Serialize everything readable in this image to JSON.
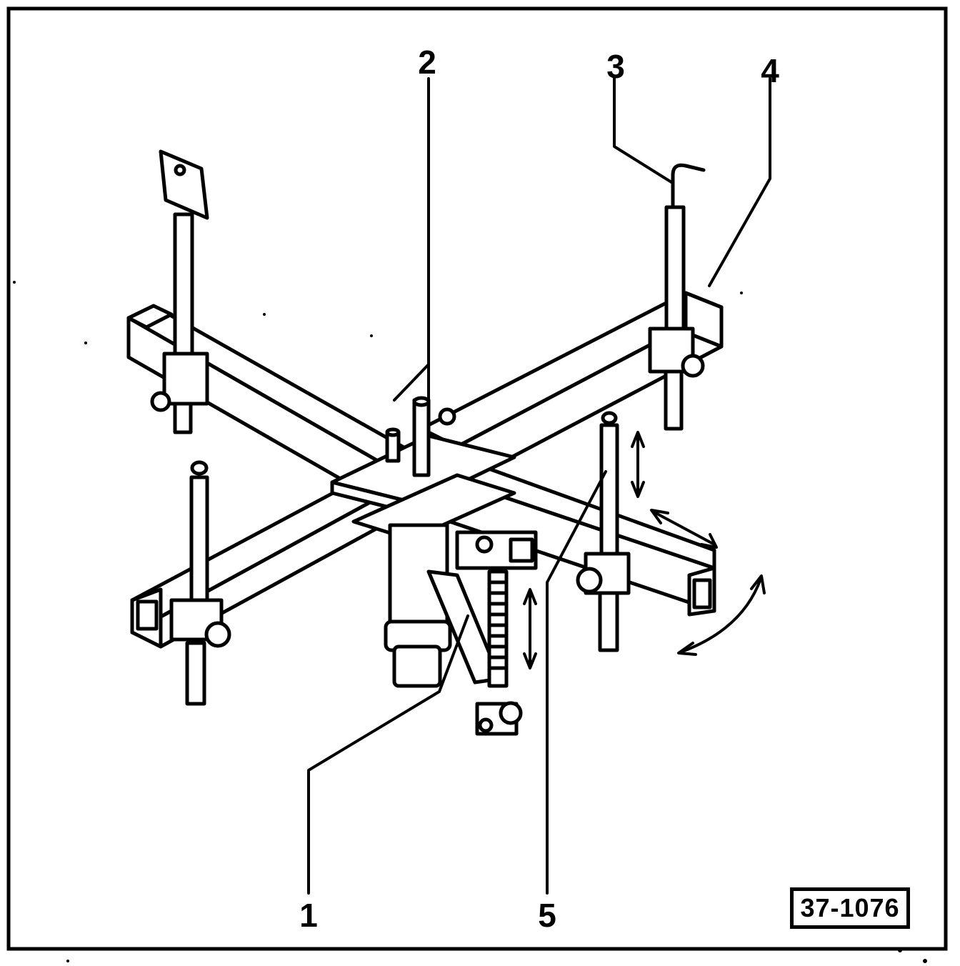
{
  "callouts": [
    {
      "id": "1",
      "label": "1"
    },
    {
      "id": "2",
      "label": "2"
    },
    {
      "id": "3",
      "label": "3"
    },
    {
      "id": "4",
      "label": "4"
    },
    {
      "id": "5",
      "label": "5"
    }
  ],
  "figure_ref": "37-1076",
  "colors": {
    "ink": "#000000",
    "paper": "#ffffff"
  }
}
